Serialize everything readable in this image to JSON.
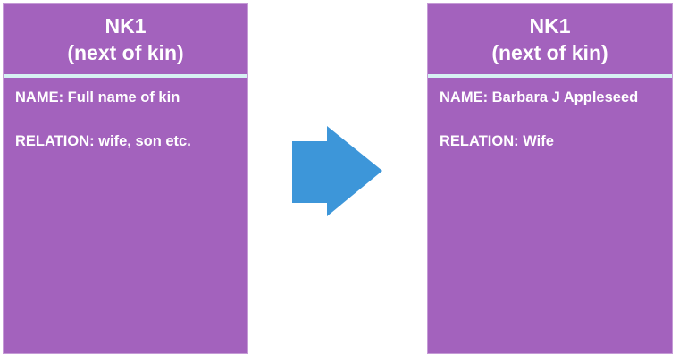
{
  "cards": [
    {
      "id": "template",
      "title": "NK1",
      "subtitle": "(next of kin)",
      "fields": [
        {
          "label": "NAME:",
          "value": "Full name of kin"
        },
        {
          "label": "RELATION:",
          "value": "wife, son etc."
        }
      ]
    },
    {
      "id": "example",
      "title": "NK1",
      "subtitle": "(next of kin)",
      "fields": [
        {
          "label": "NAME:",
          "value": "Barbara J Appleseed"
        },
        {
          "label": "RELATION:",
          "value": "Wife"
        }
      ]
    }
  ],
  "arrow": {
    "direction": "right",
    "icon": "arrow-right-icon"
  },
  "colors": {
    "card_background": "#a362bd",
    "divider": "#d6f1f3",
    "text": "#ffffff",
    "arrow": "#3d96d9"
  }
}
